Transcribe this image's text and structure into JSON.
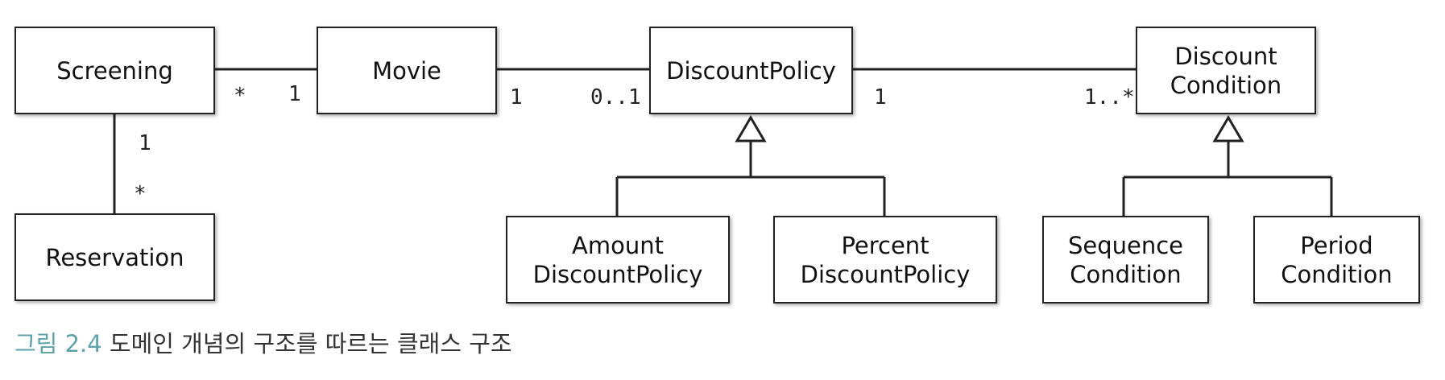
{
  "classes": {
    "screening": [
      "Screening"
    ],
    "movie": [
      "Movie"
    ],
    "discount_policy": [
      "DiscountPolicy"
    ],
    "discount_condition": [
      "Discount",
      "Condition"
    ],
    "reservation": [
      "Reservation"
    ],
    "amount_discount_policy": [
      "Amount",
      "DiscountPolicy"
    ],
    "percent_discount_policy": [
      "Percent",
      "DiscountPolicy"
    ],
    "sequence_condition": [
      "Sequence",
      "Condition"
    ],
    "period_condition": [
      "Period",
      "Condition"
    ]
  },
  "multiplicities": {
    "screening_movie_screening_end": "*",
    "screening_movie_movie_end": "1",
    "movie_policy_movie_end": "1",
    "movie_policy_policy_end": "0..1",
    "policy_condition_policy_end": "1",
    "policy_condition_condition_end": "1..*",
    "screening_reservation_screening_end": "1",
    "screening_reservation_reservation_end": "*"
  },
  "caption": {
    "label": "그림 2.4",
    "text": "도메인 개념의 구조를 따르는 클래스 구조"
  }
}
